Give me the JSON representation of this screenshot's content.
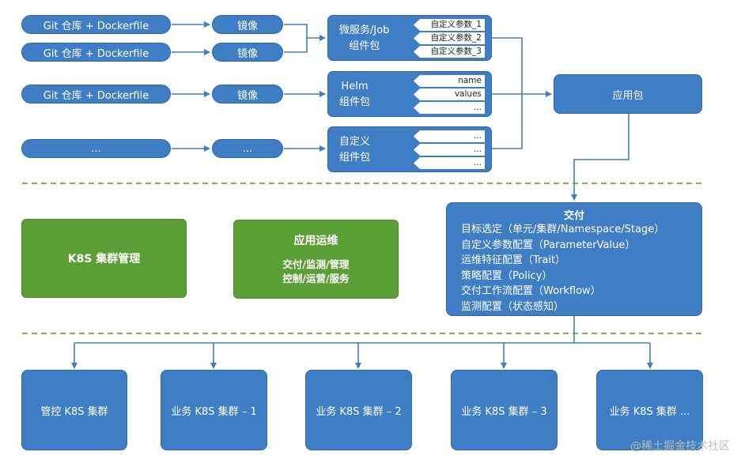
{
  "sources": [
    {
      "repo": "Git 仓库 + Dockerfile",
      "image": "镜像"
    },
    {
      "repo": "Git 仓库 + Dockerfile",
      "image": "镜像"
    },
    {
      "repo": "Git 仓库 + Dockerfile",
      "image": "镜像"
    },
    {
      "repo": "...",
      "image": "..."
    }
  ],
  "components": [
    {
      "title_line1": "微服务/Job",
      "title_line2": "组件包",
      "params": [
        "自定义参数_1",
        "自定义参数_2",
        "自定义参数_3"
      ]
    },
    {
      "title_line1": "Helm",
      "title_line2": "组件包",
      "params": [
        "name",
        "values",
        "..."
      ]
    },
    {
      "title_line1": "自定义",
      "title_line2": "组件包",
      "params": [
        "...",
        "...",
        "..."
      ]
    }
  ],
  "app_package": "应用包",
  "k8s_management": "K8S 集群管理",
  "app_ops": {
    "title": "应用运维",
    "line1": "交付/监测/管理",
    "line2": "控制/运营/服务"
  },
  "delivery": {
    "title": "交付",
    "items": [
      "目标选定（单元/集群/Namespace/Stage）",
      "自定义参数配置（ParameterValue）",
      "运维特征配置（Trait）",
      "策略配置（Policy）",
      "交付工作流配置（Workflow）",
      "监测配置（状态感知）"
    ]
  },
  "clusters": [
    "管控 K8S 集群",
    "业务 K8S 集群 – 1",
    "业务 K8S 集群 – 2",
    "业务 K8S 集群 – 3",
    "业务 K8S 集群 ..."
  ],
  "watermark": "@稀土掘金技术社区",
  "colors": {
    "blue": "#3f7ec4",
    "green": "#5b9e36",
    "dash": "#6aaa3c"
  }
}
